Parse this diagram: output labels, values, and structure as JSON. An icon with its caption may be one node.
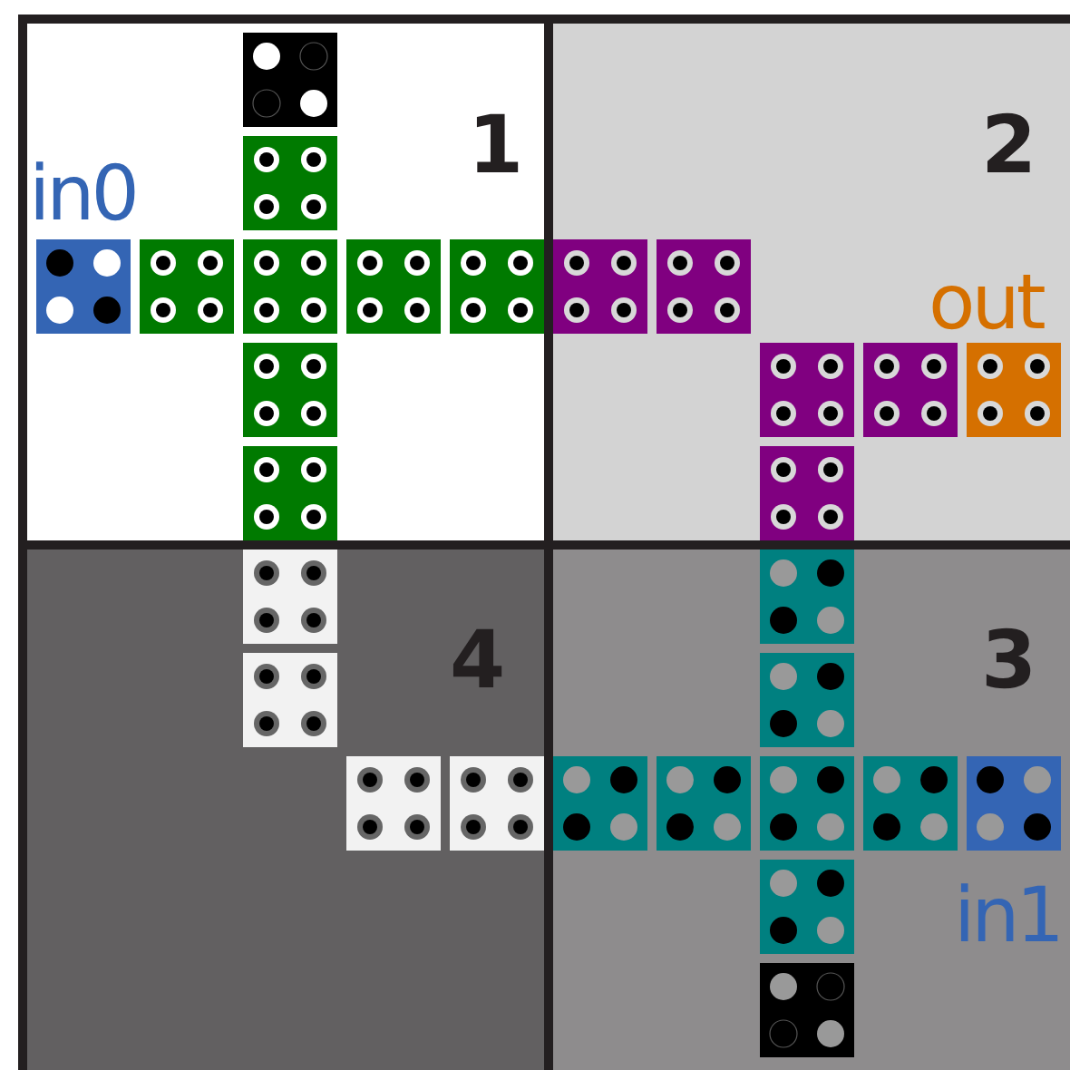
{
  "diagram": {
    "nodes": [
      {
        "text": [
          "1"
        ]
      },
      {
        "text": [
          "2"
        ]
      },
      {
        "text": [
          "4"
        ]
      },
      {
        "text": [
          "3"
        ]
      }
    ],
    "labels": [
      "in0",
      "out",
      "in1"
    ]
  }
}
